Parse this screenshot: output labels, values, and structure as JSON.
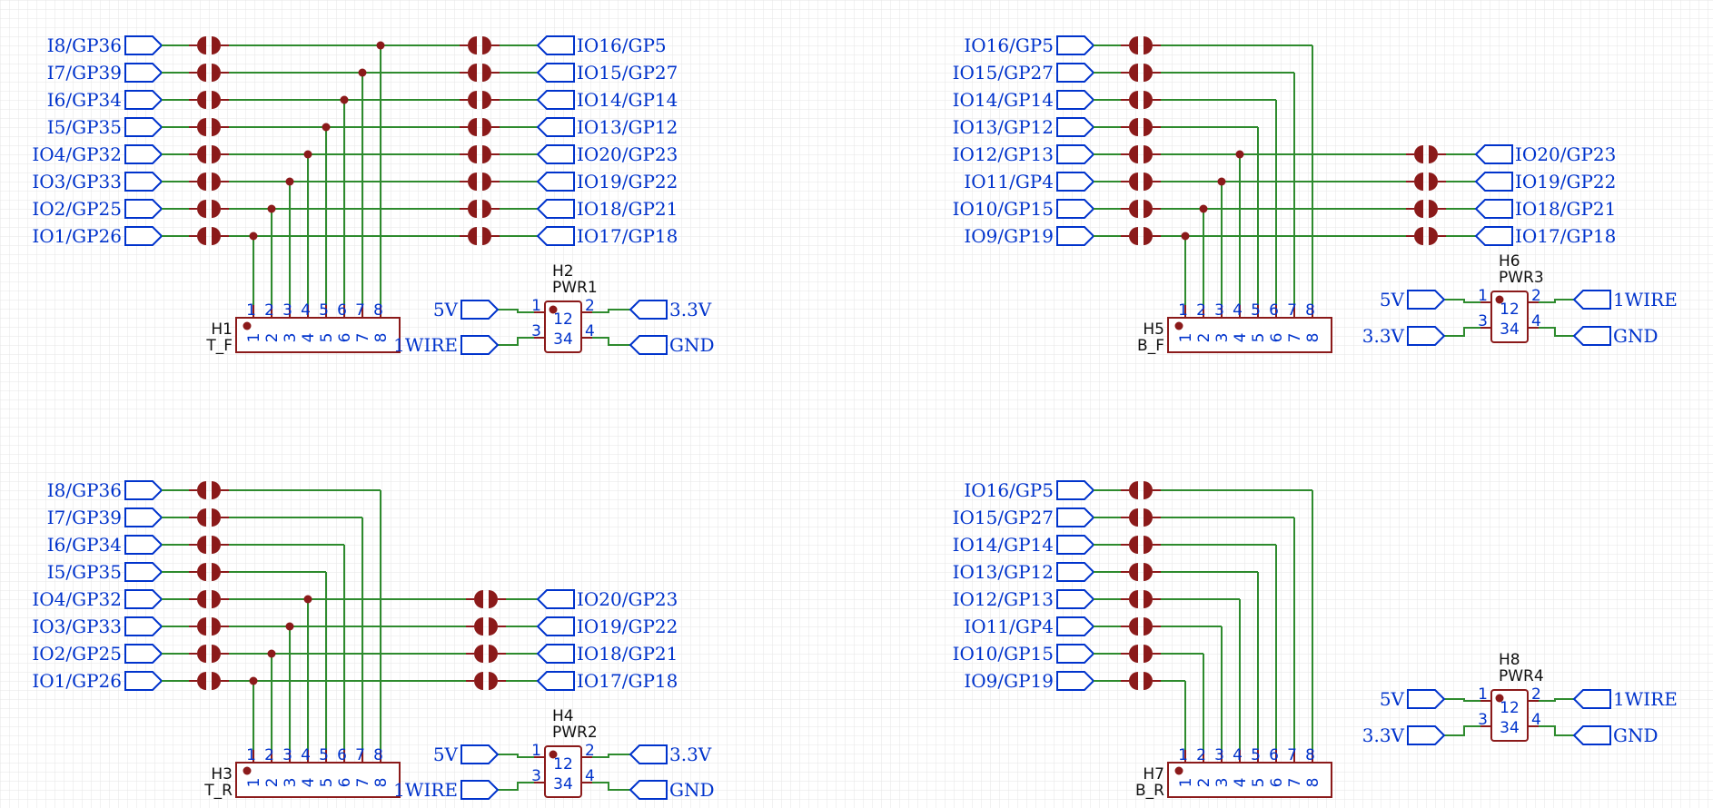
{
  "blocks": [
    {
      "id": "tf",
      "left": [
        "I8/GP36",
        "I7/GP39",
        "I6/GP34",
        "I5/GP35",
        "IO4/GP32",
        "IO3/GP33",
        "IO2/GP25",
        "IO1/GP26"
      ],
      "right": [
        "IO16/GP5",
        "IO15/GP27",
        "IO14/GP14",
        "IO13/GP12",
        "IO20/GP23",
        "IO19/GP22",
        "IO18/GP21",
        "IO17/GP18"
      ],
      "header": {
        "ref": "H1",
        "value": "T_F",
        "pins": [
          "1",
          "2",
          "3",
          "4",
          "5",
          "6",
          "7",
          "8"
        ]
      },
      "pwr": {
        "ref": "H2",
        "value": "PWR1",
        "pins": [
          "1",
          "2",
          "3",
          "4"
        ],
        "body": [
          "12",
          "34"
        ],
        "nets": {
          "p1": "5V",
          "p2": "3.3V",
          "p3": "1WIRE",
          "p4": "GND"
        }
      }
    },
    {
      "id": "bf",
      "left": [
        "IO16/GP5",
        "IO15/GP27",
        "IO14/GP14",
        "IO13/GP12",
        "IO12/GP13",
        "IO11/GP4",
        "IO10/GP15",
        "IO9/GP19"
      ],
      "right": [
        "IO20/GP23",
        "IO19/GP22",
        "IO18/GP21",
        "IO17/GP18"
      ],
      "header": {
        "ref": "H5",
        "value": "B_F",
        "pins": [
          "1",
          "2",
          "3",
          "4",
          "5",
          "6",
          "7",
          "8"
        ]
      },
      "pwr": {
        "ref": "H6",
        "value": "PWR3",
        "pins": [
          "1",
          "2",
          "3",
          "4"
        ],
        "body": [
          "12",
          "34"
        ],
        "nets": {
          "p1": "5V",
          "p2": "1WIRE",
          "p3": "3.3V",
          "p4": "GND"
        }
      }
    },
    {
      "id": "tr",
      "left": [
        "I8/GP36",
        "I7/GP39",
        "I6/GP34",
        "I5/GP35",
        "IO4/GP32",
        "IO3/GP33",
        "IO2/GP25",
        "IO1/GP26"
      ],
      "right": [
        "IO20/GP23",
        "IO19/GP22",
        "IO18/GP21",
        "IO17/GP18"
      ],
      "header": {
        "ref": "H3",
        "value": "T_R",
        "pins": [
          "1",
          "2",
          "3",
          "4",
          "5",
          "6",
          "7",
          "8"
        ]
      },
      "pwr": {
        "ref": "H4",
        "value": "PWR2",
        "pins": [
          "1",
          "2",
          "3",
          "4"
        ],
        "body": [
          "12",
          "34"
        ],
        "nets": {
          "p1": "5V",
          "p2": "3.3V",
          "p3": "1WIRE",
          "p4": "GND"
        }
      }
    },
    {
      "id": "br",
      "left": [
        "IO16/GP5",
        "IO15/GP27",
        "IO14/GP14",
        "IO13/GP12",
        "IO12/GP13",
        "IO11/GP4",
        "IO10/GP15",
        "IO9/GP19"
      ],
      "right": [],
      "header": {
        "ref": "H7",
        "value": "B_R",
        "pins": [
          "1",
          "2",
          "3",
          "4",
          "5",
          "6",
          "7",
          "8"
        ]
      },
      "pwr": {
        "ref": "H8",
        "value": "PWR4",
        "pins": [
          "1",
          "2",
          "3",
          "4"
        ],
        "body": [
          "12",
          "34"
        ],
        "nets": {
          "p1": "5V",
          "p2": "1WIRE",
          "p3": "3.3V",
          "p4": "GND"
        }
      }
    }
  ],
  "colors": {
    "wire": "#2e8b2e",
    "label": "#0033cc",
    "part": "#8b1a1a",
    "grid": "#e6e6e6"
  }
}
